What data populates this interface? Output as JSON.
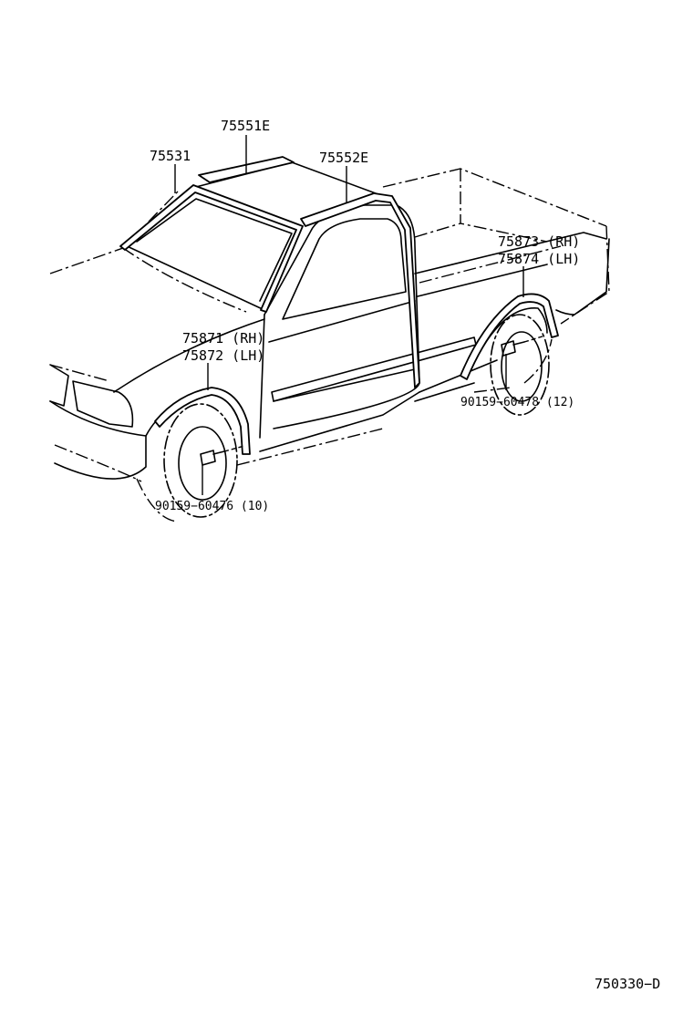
{
  "diagram": {
    "parts": [
      {
        "id": "p75551E",
        "label": "75551E"
      },
      {
        "id": "p75531",
        "label": "75531"
      },
      {
        "id": "p75552E",
        "label": "75552E"
      },
      {
        "id": "p75873",
        "label": "75873 (RH)"
      },
      {
        "id": "p75874",
        "label": "75874 (LH)"
      },
      {
        "id": "p75871",
        "label": "75871 (RH)"
      },
      {
        "id": "p75872",
        "label": "75872 (LH)"
      },
      {
        "id": "p90159_478",
        "label": "90159−60478 (12)"
      },
      {
        "id": "p90159_476",
        "label": "90159−60476 (10)"
      }
    ],
    "figure_code": "750330−D"
  }
}
